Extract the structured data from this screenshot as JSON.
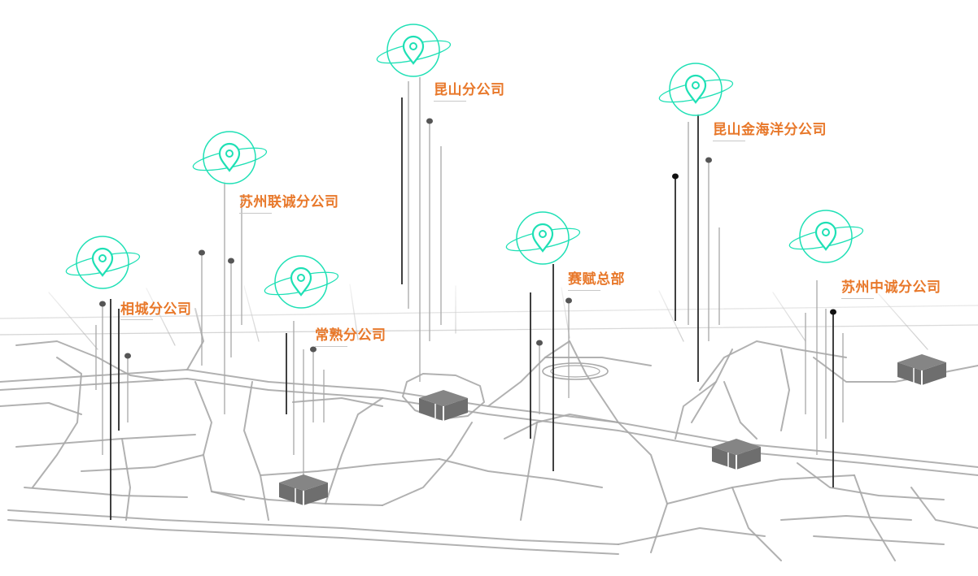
{
  "colors": {
    "label": "#e8782a",
    "marker": "#1ee0b5",
    "road": "#a9a9a9",
    "fade": "#ffffff",
    "pole_dark": "#2b2b2b",
    "pole_light": "#a8a8a8",
    "building": "#6e6e6e",
    "building_top": "#858585"
  },
  "icons": {
    "marker": "map-pin-orbit-icon",
    "building": "building-block-icon"
  },
  "branches": [
    {
      "id": "kunshan",
      "name": "昆山分公司"
    },
    {
      "id": "kunshan-jinhaiyang",
      "name": "昆山金海洋分公司"
    },
    {
      "id": "suzhou-liancheng",
      "name": "苏州联诚分公司"
    },
    {
      "id": "saifu-hq",
      "name": "赛赋总部"
    },
    {
      "id": "suzhou-zhongcheng",
      "name": "苏州中诚分公司"
    },
    {
      "id": "xiangcheng",
      "name": "相城分公司"
    },
    {
      "id": "changshu",
      "name": "常熟分公司"
    }
  ]
}
